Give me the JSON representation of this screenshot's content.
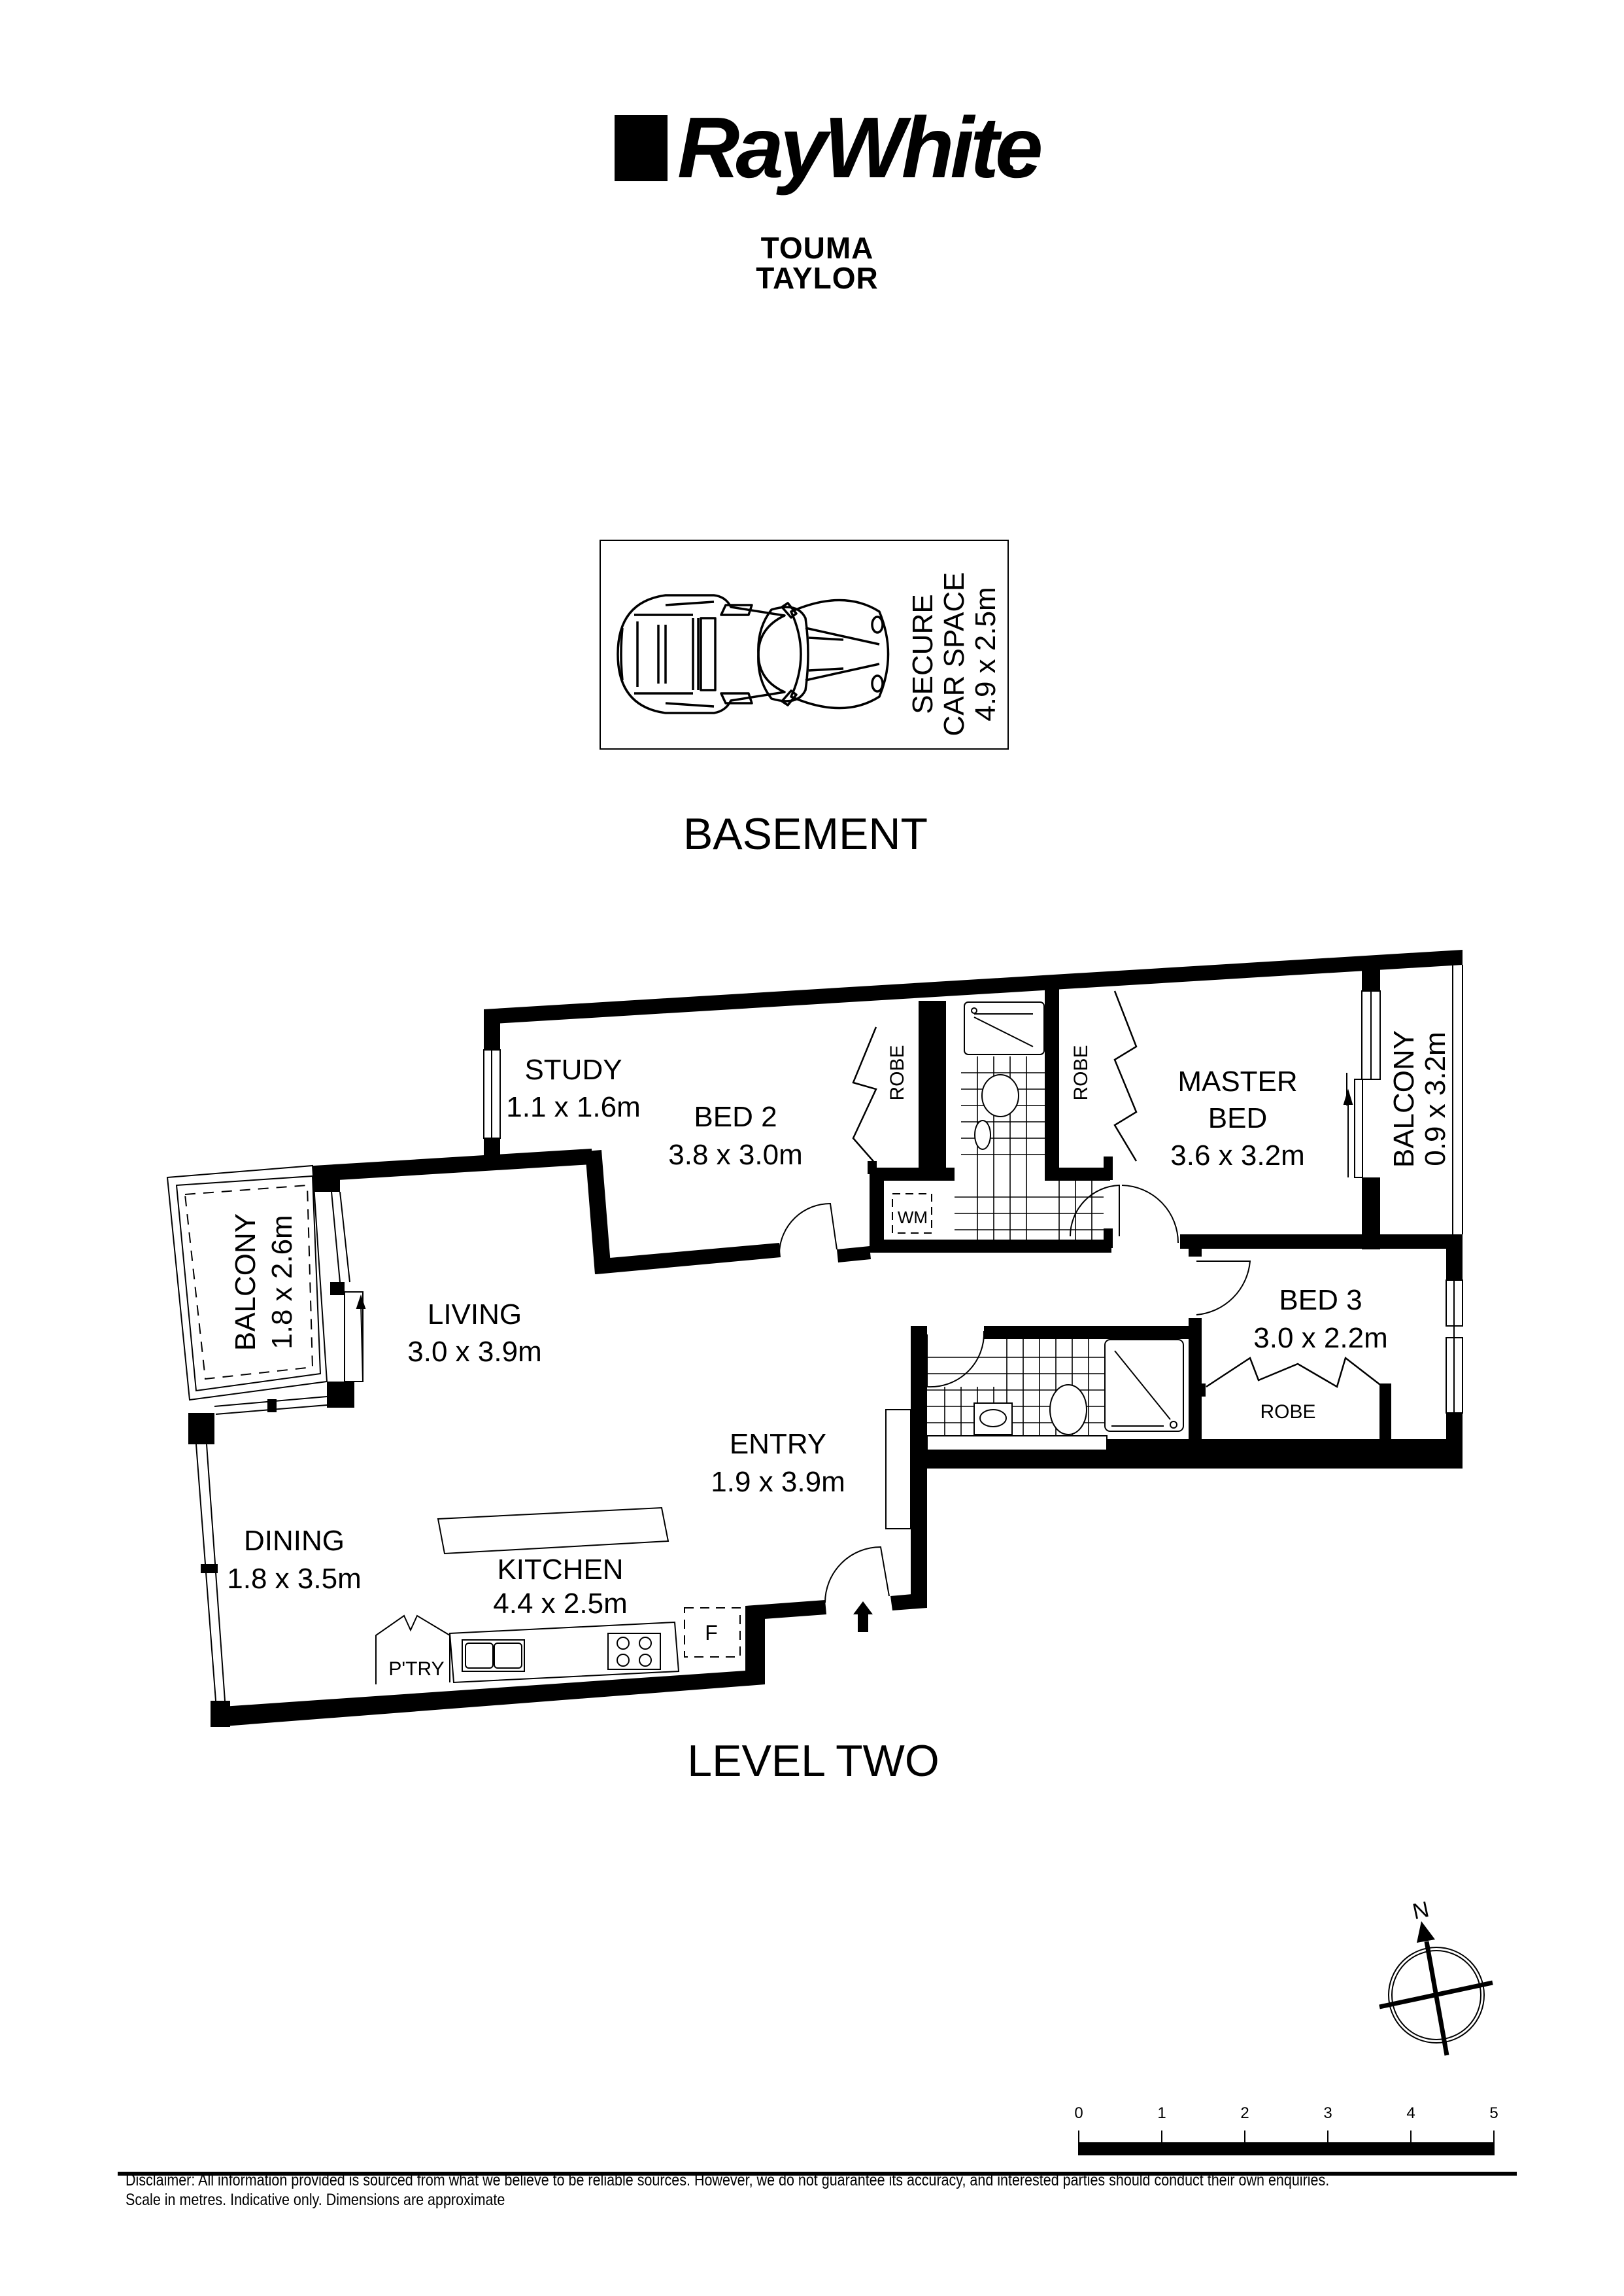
{
  "branding": {
    "brand_name": "RayWhite",
    "office_name": "TOUMA TAYLOR"
  },
  "basement": {
    "title": "BASEMENT",
    "car_space": {
      "line1": "SECURE",
      "line2": "CAR SPACE",
      "line3": "4.9 x 2.5m",
      "icon": "car-icon"
    }
  },
  "level_two": {
    "title": "LEVEL TWO",
    "rooms": {
      "study": {
        "name": "STUDY",
        "size": "1.1 x 1.6m"
      },
      "bed2": {
        "name": "BED 2",
        "size": "3.8 x 3.0m"
      },
      "master": {
        "name1": "MASTER",
        "name2": "BED",
        "size": "3.6 x 3.2m"
      },
      "balcony_east": {
        "name": "BALCONY",
        "size": "0.9 x 3.2m"
      },
      "balcony_west": {
        "name": "BALCONY",
        "size": "1.8 x 2.6m"
      },
      "living": {
        "name": "LIVING",
        "size": "3.0 x 3.9m"
      },
      "bed3": {
        "name": "BED 3",
        "size": "3.0 x 2.2m"
      },
      "entry": {
        "name": "ENTRY",
        "size": "1.9 x 3.9m"
      },
      "dining": {
        "name": "DINING",
        "size": "1.8 x 3.5m"
      },
      "kitchen": {
        "name": "KITCHEN",
        "size": "4.4 x 2.5m"
      }
    },
    "fixtures": {
      "robe_bed2": "ROBE",
      "robe_master": "ROBE",
      "robe_bed3": "ROBE",
      "washing_machine": "WM",
      "pantry": "P'TRY",
      "fridge": "F"
    }
  },
  "compass": {
    "label": "N",
    "icon": "north-arrow-icon"
  },
  "scale_bar": {
    "unit": "metres",
    "ticks": [
      "0",
      "1",
      "2",
      "3",
      "4",
      "5"
    ]
  },
  "disclaimer": {
    "line1": "Disclaimer: All information provided is sourced from what we believe to be reliable sources. However, we do not guarantee  its accuracy, and interested parties should conduct their own enquiries.",
    "line2": "Scale in metres. Indicative only. Dimensions are approximate"
  }
}
